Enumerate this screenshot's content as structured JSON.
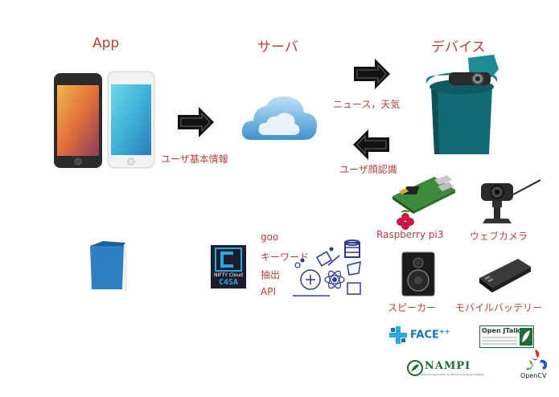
{
  "titles": {
    "app": "App",
    "server": "サーバ",
    "device": "デバイス"
  },
  "arrows": {
    "app_to_server": "ユーザ基本情報",
    "server_to_device": "ニュース，天気",
    "device_to_server": "ユーザ顔認識"
  },
  "components": {
    "raspberry": "Raspberry pi3",
    "webcam": "ウェブカメラ",
    "speaker": "スピーカー",
    "battery": "モバイルバッテリー"
  },
  "apis": [
    "goo",
    "キーワード",
    "抽出",
    "API"
  ],
  "logos": {
    "nifty_top": "NIFTY Cloud",
    "nifty_bottom": "C4SA",
    "face": "FACE",
    "face_sup": "++",
    "openjtalk": "Open JTalk",
    "nampi": "NAMPI",
    "nampi_sub": "National Association for Medicinal Program Integrity",
    "opencv": "OpenCV"
  },
  "colors": {
    "accent_red": "#b5403c",
    "device_teal": "#146a74",
    "cloud_blue": "#5fa8d8",
    "phone_dark": "#2b2b2b",
    "small_device_blue": "#2f7fc4"
  }
}
